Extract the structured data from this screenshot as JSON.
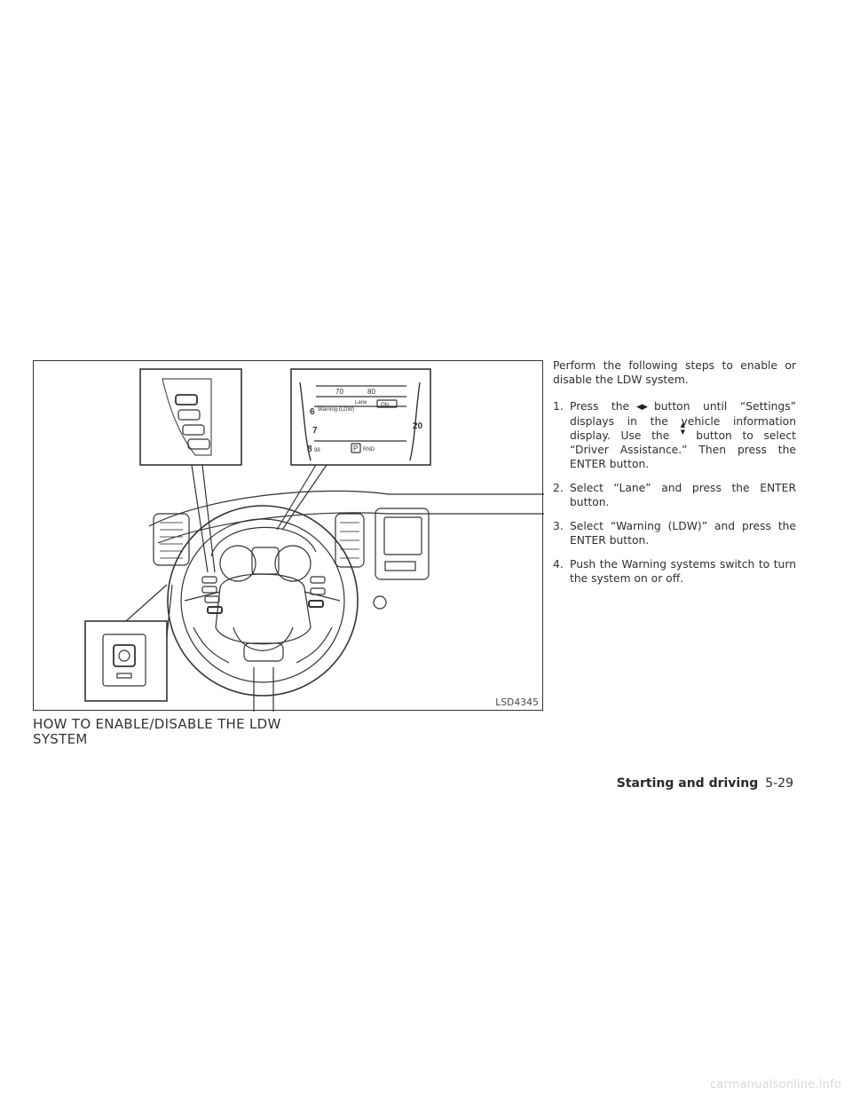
{
  "figure": {
    "code": "LSD4345",
    "display": {
      "gauge_left": [
        "6",
        "7",
        "8"
      ],
      "gauge_right": "20",
      "top_speed": "70",
      "top_limit": "80",
      "menu_title": "Lane",
      "menu_item": "Warning (LDW)",
      "menu_value": "ON",
      "bottom_value": "98",
      "gear_selected": "P",
      "gear_rest": "RND"
    }
  },
  "section_title": "HOW TO ENABLE/DISABLE THE LDW SYSTEM",
  "intro": "Perform the following steps to enable or disable the LDW system.",
  "steps": [
    {
      "num": "1.",
      "a": "Press the",
      "icon_lr": "◀▶",
      "b": "button until “Settings” displays in the vehicle information display. Use the",
      "icon_ud_up": "▲",
      "icon_ud_down": "▼",
      "c": "button to select “Driver Assistance.” Then press the ENTER button."
    },
    {
      "num": "2.",
      "text": "Select “Lane” and press the ENTER button."
    },
    {
      "num": "3.",
      "text": "Select “Warning (LDW)” and press the ENTER button."
    },
    {
      "num": "4.",
      "text": "Push the Warning systems switch to turn the system on or off."
    }
  ],
  "footer": {
    "section": "Starting and driving",
    "page": "5-29"
  },
  "watermark": "carmanualsonline.info"
}
